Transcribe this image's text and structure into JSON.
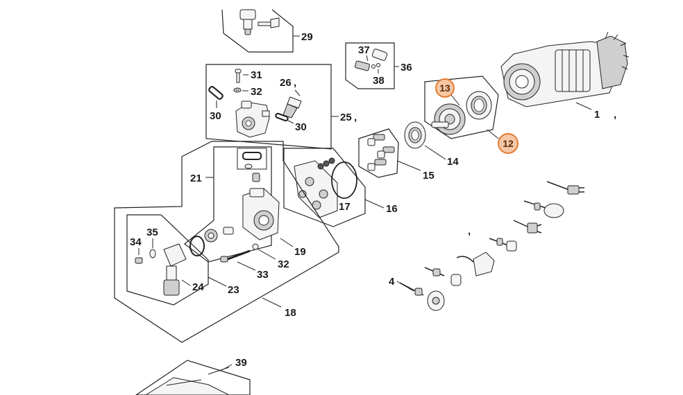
{
  "labels": {
    "l1": "1",
    "l4": "4",
    "l12": "12",
    "l13": "13",
    "l14": "14",
    "l15": "15",
    "l16": "16",
    "l17": "17",
    "l18": "18",
    "l19": "19",
    "l21": "21",
    "l23": "23",
    "l24": "24",
    "l25": "25",
    "l26": "26",
    "l29": "29",
    "l30a": "30",
    "l30b": "30",
    "l31": "31",
    "l32a": "32",
    "l32b": "32",
    "l33": "33",
    "l34": "34",
    "l35": "35",
    "l36": "36",
    "l37": "37",
    "l38": "38",
    "l39": "39"
  },
  "separators": {
    "s1": ",",
    "s2": ",",
    "s3": ",",
    "s4": ",",
    "s5": ","
  },
  "highlight": {
    "color": "#f6c7a4",
    "stroke": "#e07a32",
    "parts": [
      "12",
      "13"
    ]
  }
}
